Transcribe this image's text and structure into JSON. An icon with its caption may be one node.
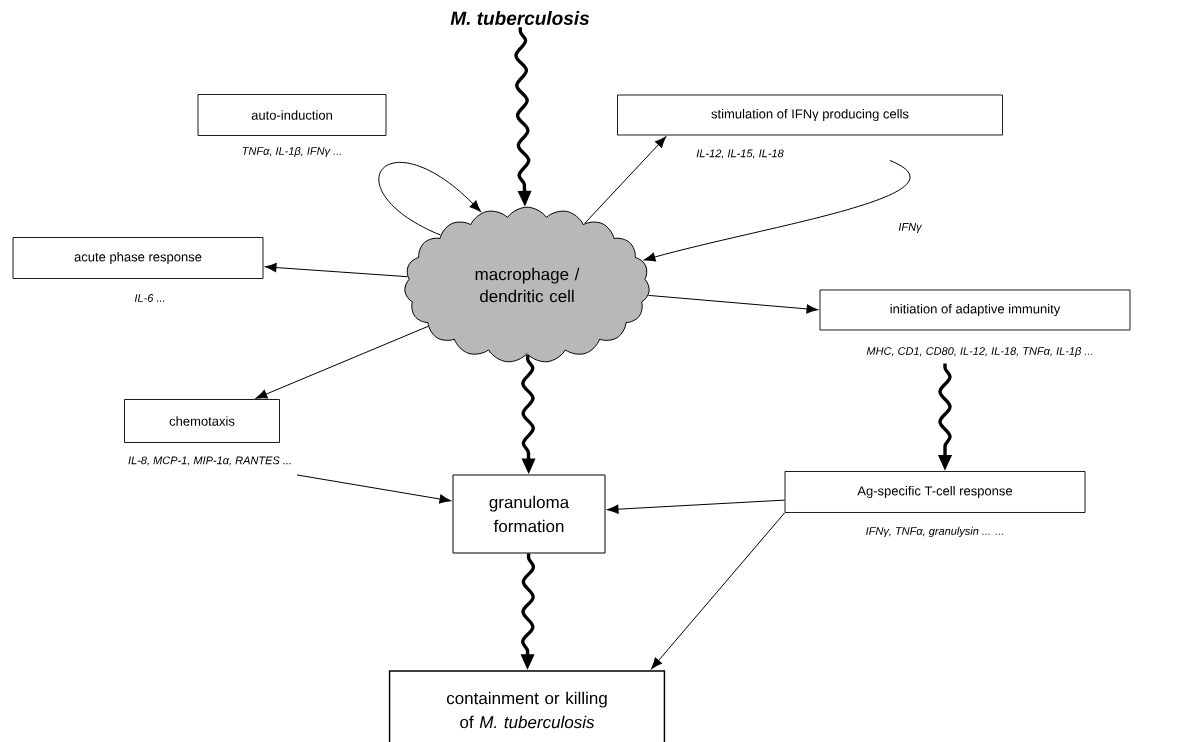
{
  "diagram": {
    "nodes": [
      {
        "text": [
          "M. tuberculosis"
        ]
      },
      {
        "text": [
          "auto-induction"
        ],
        "beside": [
          "TNFα, IL-1β, IFNγ ..."
        ]
      },
      {
        "text": [
          "stimulation of IFNγ producing cells"
        ],
        "beside": [
          "IL-12, IL-15, IL-18"
        ]
      },
      {
        "text": [
          "acute phase response"
        ],
        "beside": [
          "IL-6 ..."
        ]
      },
      {
        "text": [
          "macrophage / dendritic cell"
        ]
      },
      {
        "text": [
          "initiation of adaptive immunity"
        ],
        "beside": [
          "MHC, CD1, CD80, IL-12, IL-18, TNFα, IL-1β ..."
        ]
      },
      {
        "text": [
          "chemotaxis"
        ],
        "beside": [
          "IL-8, MCP-1, MIP-1α, RANTES ..."
        ]
      },
      {
        "text": [
          "granuloma formation"
        ]
      },
      {
        "text": [
          "Ag-specific T-cell response"
        ],
        "beside": [
          "IFNγ, TNFα, granulysin ... ..."
        ]
      },
      {
        "text": [
          "containment or killing of *M. tuberculosis*"
        ]
      }
    ],
    "edges": [
      {
        "from": 0,
        "to": 4,
        "arrow": "to",
        "style": "thick"
      },
      {
        "from": 4,
        "to": 4,
        "arrow": "to"
      },
      {
        "from": 4,
        "to": 2,
        "arrow": "to"
      },
      {
        "from": 2,
        "to": 4,
        "arrow": "to",
        "label": "IFNγ"
      },
      {
        "from": 4,
        "to": 3,
        "arrow": "to"
      },
      {
        "from": 4,
        "to": 5,
        "arrow": "to"
      },
      {
        "from": 4,
        "to": 6,
        "arrow": "to"
      },
      {
        "from": 4,
        "to": 7,
        "arrow": "to",
        "style": "thick"
      },
      {
        "from": 5,
        "to": 8,
        "arrow": "to",
        "style": "thick"
      },
      {
        "from": 6,
        "to": 7,
        "arrow": "to"
      },
      {
        "from": 8,
        "to": 7,
        "arrow": "to"
      },
      {
        "from": 7,
        "to": 9,
        "arrow": "to",
        "style": "thick"
      },
      {
        "from": 8,
        "to": 9,
        "arrow": "to"
      }
    ]
  }
}
